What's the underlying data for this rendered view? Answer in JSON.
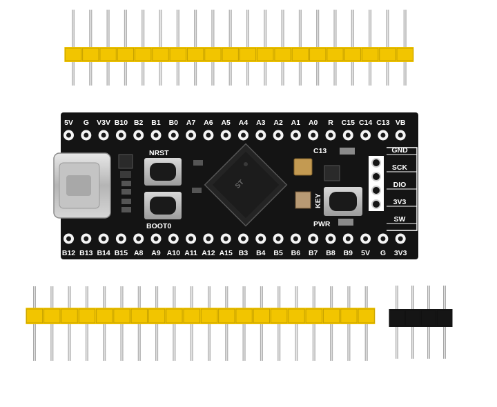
{
  "board": {
    "top_pins": [
      "5V",
      "G",
      "V3V",
      "B10",
      "B2",
      "B1",
      "B0",
      "A7",
      "A6",
      "A5",
      "A4",
      "A3",
      "A2",
      "A1",
      "A0",
      "R",
      "C15",
      "C14",
      "C13",
      "VB"
    ],
    "bottom_pins": [
      "B12",
      "B13",
      "B14",
      "B15",
      "A8",
      "A9",
      "A10",
      "A11",
      "A12",
      "A15",
      "B3",
      "B4",
      "B5",
      "B6",
      "B7",
      "B8",
      "B9",
      "5V",
      "G",
      "3V3"
    ],
    "swd_labels": [
      "GND",
      "SCK",
      "DIO",
      "3V3",
      "SW"
    ],
    "nrst_label": "NRST",
    "boot0_label": "BOOT0",
    "c13_label": "C13",
    "key_label": "KEY",
    "pwr_label": "PWR"
  },
  "headers": {
    "top_row_pins": 20,
    "bottom_row_pins": 20,
    "small_header_pins": 4
  },
  "colors": {
    "pcb": "#141414",
    "header_plastic": "#f2c500",
    "small_header_plastic": "#151515",
    "pin_metal": "#c8c8c8",
    "silkscreen": "#ffffff"
  }
}
